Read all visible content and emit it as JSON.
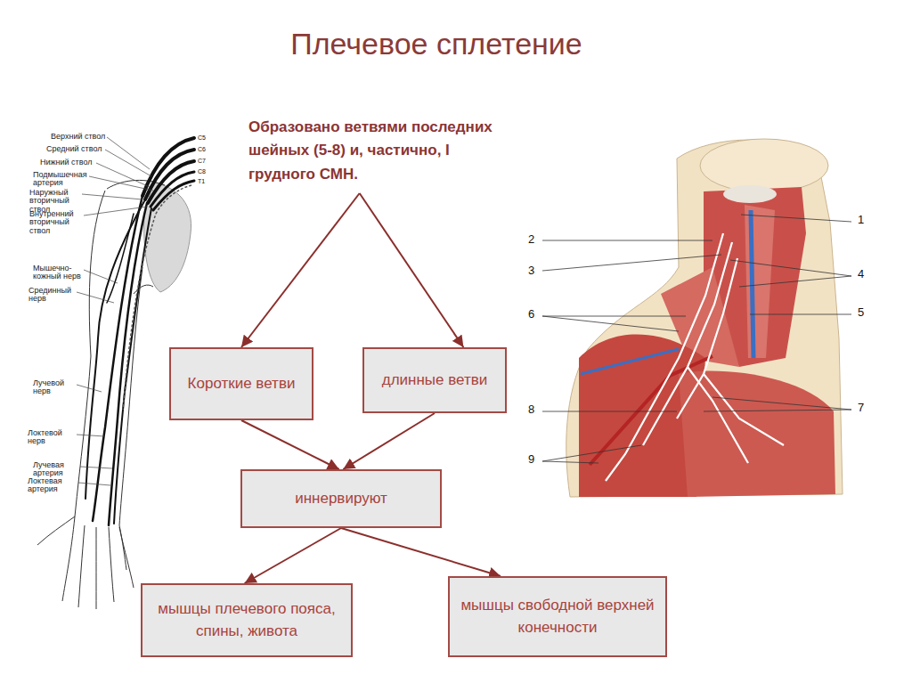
{
  "diagram": {
    "title": "Плечевое сплетение",
    "nodes": [
      {
        "text": [
          "Образовано ветвями последних шейных (5-8) и, частично, I грудного СМН."
        ]
      },
      {
        "text": [
          "Короткие ветви"
        ]
      },
      {
        "text": [
          "длинные ветви"
        ]
      },
      {
        "text": [
          "иннервируют"
        ]
      },
      {
        "text": [
          "мышцы плечевого пояса, спины, живота"
        ]
      },
      {
        "text": [
          "мышцы свободной верхней конечности"
        ]
      }
    ],
    "edges": [
      {
        "from": 0,
        "to": 1,
        "arrow": "to"
      },
      {
        "from": 0,
        "to": 2,
        "arrow": "to"
      },
      {
        "from": 1,
        "to": 3,
        "arrow": "to"
      },
      {
        "from": 2,
        "to": 3,
        "arrow": "to"
      },
      {
        "from": 3,
        "to": 4,
        "arrow": "to"
      },
      {
        "from": 3,
        "to": 5,
        "arrow": "to"
      }
    ],
    "labels": [
      "Верхний ствол",
      "Средний ствол",
      "Нижний ствол",
      "Подмышечная артерия",
      "Наружный вторичный ствол",
      "Внутренний вторичный ствол",
      "Мышечно-кожный нерв",
      "Срединный нерв",
      "Лучевой нерв",
      "Локтевой нерв",
      "Лучевая артерия",
      "Локтевая артерия",
      "C5",
      "C6",
      "C7",
      "C8",
      "T1",
      "1",
      "2",
      "3",
      "4",
      "5",
      "6",
      "7",
      "8",
      "9"
    ]
  }
}
